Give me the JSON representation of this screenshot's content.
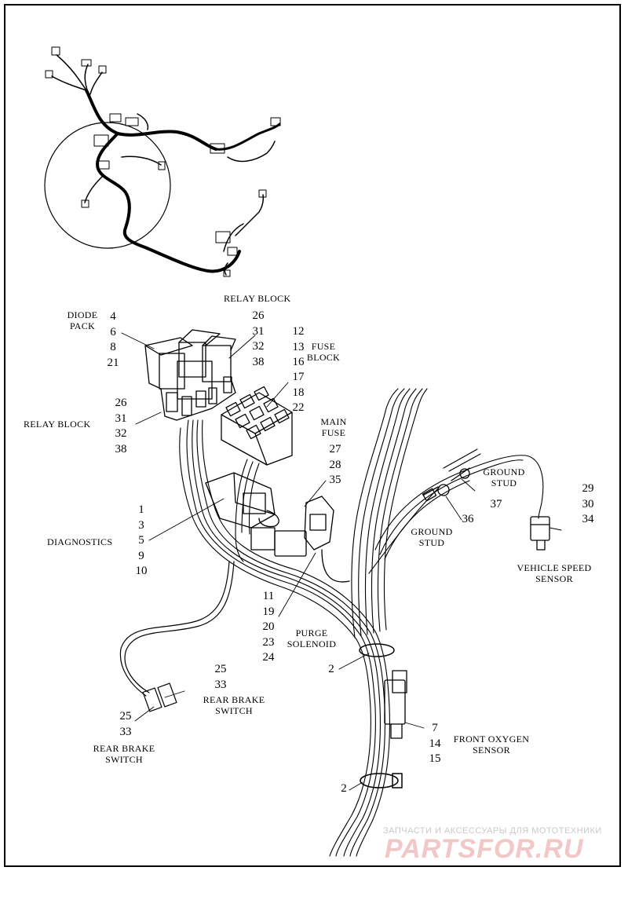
{
  "callouts": {
    "diode_pack": {
      "label": "DIODE\nPACK",
      "numbers": [
        "4",
        "6",
        "8",
        "21"
      ]
    },
    "relay_block_top": {
      "label": "RELAY BLOCK",
      "numbers": [
        "26",
        "31",
        "32",
        "38"
      ]
    },
    "fuse_block": {
      "label": "FUSE\nBLOCK",
      "numbers": [
        "12",
        "13",
        "16",
        "17",
        "18",
        "22"
      ]
    },
    "relay_block_left": {
      "label": "RELAY BLOCK",
      "numbers": [
        "26",
        "31",
        "32",
        "38"
      ]
    },
    "main_fuse": {
      "label": "MAIN\nFUSE",
      "numbers": [
        "27",
        "28",
        "35"
      ]
    },
    "ground_stud_37": {
      "label": "GROUND\nSTUD",
      "numbers": [
        "37"
      ]
    },
    "ground_stud_36": {
      "label": "GROUND\nSTUD",
      "numbers": [
        "36"
      ]
    },
    "vehicle_speed_sensor": {
      "label": "VEHICLE SPEED\nSENSOR",
      "numbers": [
        "29",
        "30",
        "34"
      ]
    },
    "diagnostics": {
      "label": "DIAGNOSTICS",
      "numbers": [
        "1",
        "3",
        "5",
        "9",
        "10"
      ]
    },
    "purge_solenoid": {
      "label": "PURGE\nSOLENOID",
      "numbers": [
        "11",
        "19",
        "20",
        "23",
        "24"
      ]
    },
    "rear_brake_switch_right": {
      "label": "REAR BRAKE\nSWITCH",
      "numbers": [
        "25",
        "33"
      ]
    },
    "rear_brake_switch_left": {
      "label": "REAR BRAKE\nSWITCH",
      "numbers": [
        "25",
        "33"
      ]
    },
    "front_oxygen_sensor": {
      "label": "FRONT OXYGEN\nSENSOR",
      "numbers": [
        "7",
        "14",
        "15"
      ]
    },
    "clip_upper": {
      "numbers": [
        "2"
      ]
    },
    "clip_lower": {
      "numbers": [
        "2"
      ]
    }
  },
  "watermark": {
    "tagline": "ЗАПЧАСТИ И АКСЕССУАРЫ ДЛЯ МОТОТЕХНИКИ",
    "logo": "PARTSFOR.RU"
  }
}
